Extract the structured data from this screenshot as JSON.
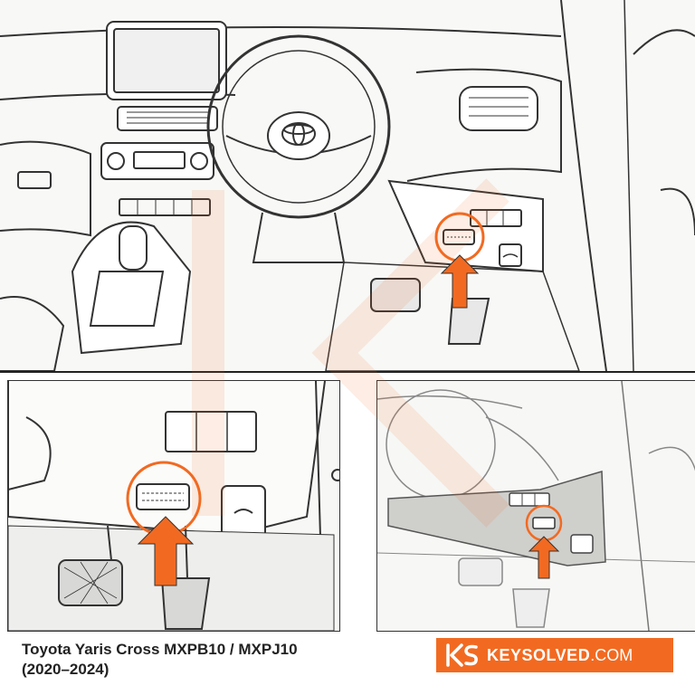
{
  "caption": {
    "line1": "Toyota Yaris Cross MXPB10 / MXPJ10",
    "line2": "(2020–2024)"
  },
  "brand": {
    "name": "KEYSOLVED",
    "tld": ".COM",
    "accent_color": "#f26a21"
  },
  "icons": [
    "toyota-logo-icon",
    "obd-port-icon",
    "arrow-up-icon",
    "hood-release-icon",
    "keysolved-logo-icon"
  ]
}
